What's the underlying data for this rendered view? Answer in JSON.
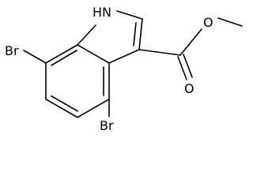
{
  "molecule": {
    "labels": {
      "nh": "HN",
      "br_left": "Br",
      "br_bottom": "Br",
      "oxygen_ester": "O",
      "oxygen_carbonyl": "O"
    },
    "colors": {
      "bond": "#000000",
      "text": "#000000",
      "background": "#ffffff"
    }
  }
}
